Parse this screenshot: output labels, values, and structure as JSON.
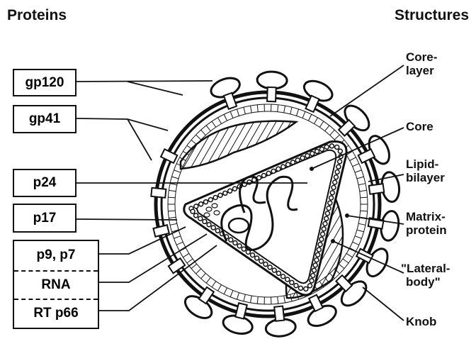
{
  "titles": {
    "proteins": "Proteins",
    "structures": "Structures"
  },
  "proteins": [
    "gp120",
    "gp41",
    "p24",
    "p17",
    "p9, p7",
    "RNA",
    "RT p66"
  ],
  "structures": {
    "core_layer": [
      "Core-",
      "layer"
    ],
    "core": "Core",
    "lipid_bilayer": [
      "Lipid-",
      "bilayer"
    ],
    "matrix_protein": [
      "Matrix-",
      "protein"
    ],
    "lateral_body": [
      "\"Lateral-",
      "body\""
    ],
    "knob": "Knob"
  }
}
